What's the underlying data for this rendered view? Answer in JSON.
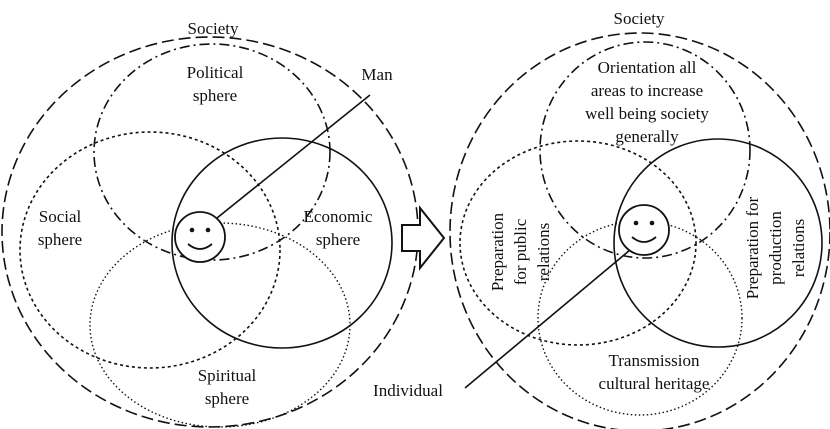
{
  "left_diagram": {
    "society_label": "Society",
    "political_label": [
      "Political",
      "sphere"
    ],
    "social_label": [
      "Social",
      "sphere"
    ],
    "economic_label": [
      "Economic",
      "sphere"
    ],
    "spiritual_label": [
      "Spiritual",
      "sphere"
    ],
    "man_label": "Man"
  },
  "right_diagram": {
    "society_label": "Society",
    "top_label": [
      "Orientation all",
      "areas to increase",
      "well being society",
      "generally"
    ],
    "left_label": [
      "Preparation",
      "for public",
      "relations"
    ],
    "right_label": [
      "Preparation for",
      "production",
      "relations"
    ],
    "bottom_label": [
      "Transmission",
      "cultural heritage"
    ],
    "individual_label": "Individual"
  }
}
